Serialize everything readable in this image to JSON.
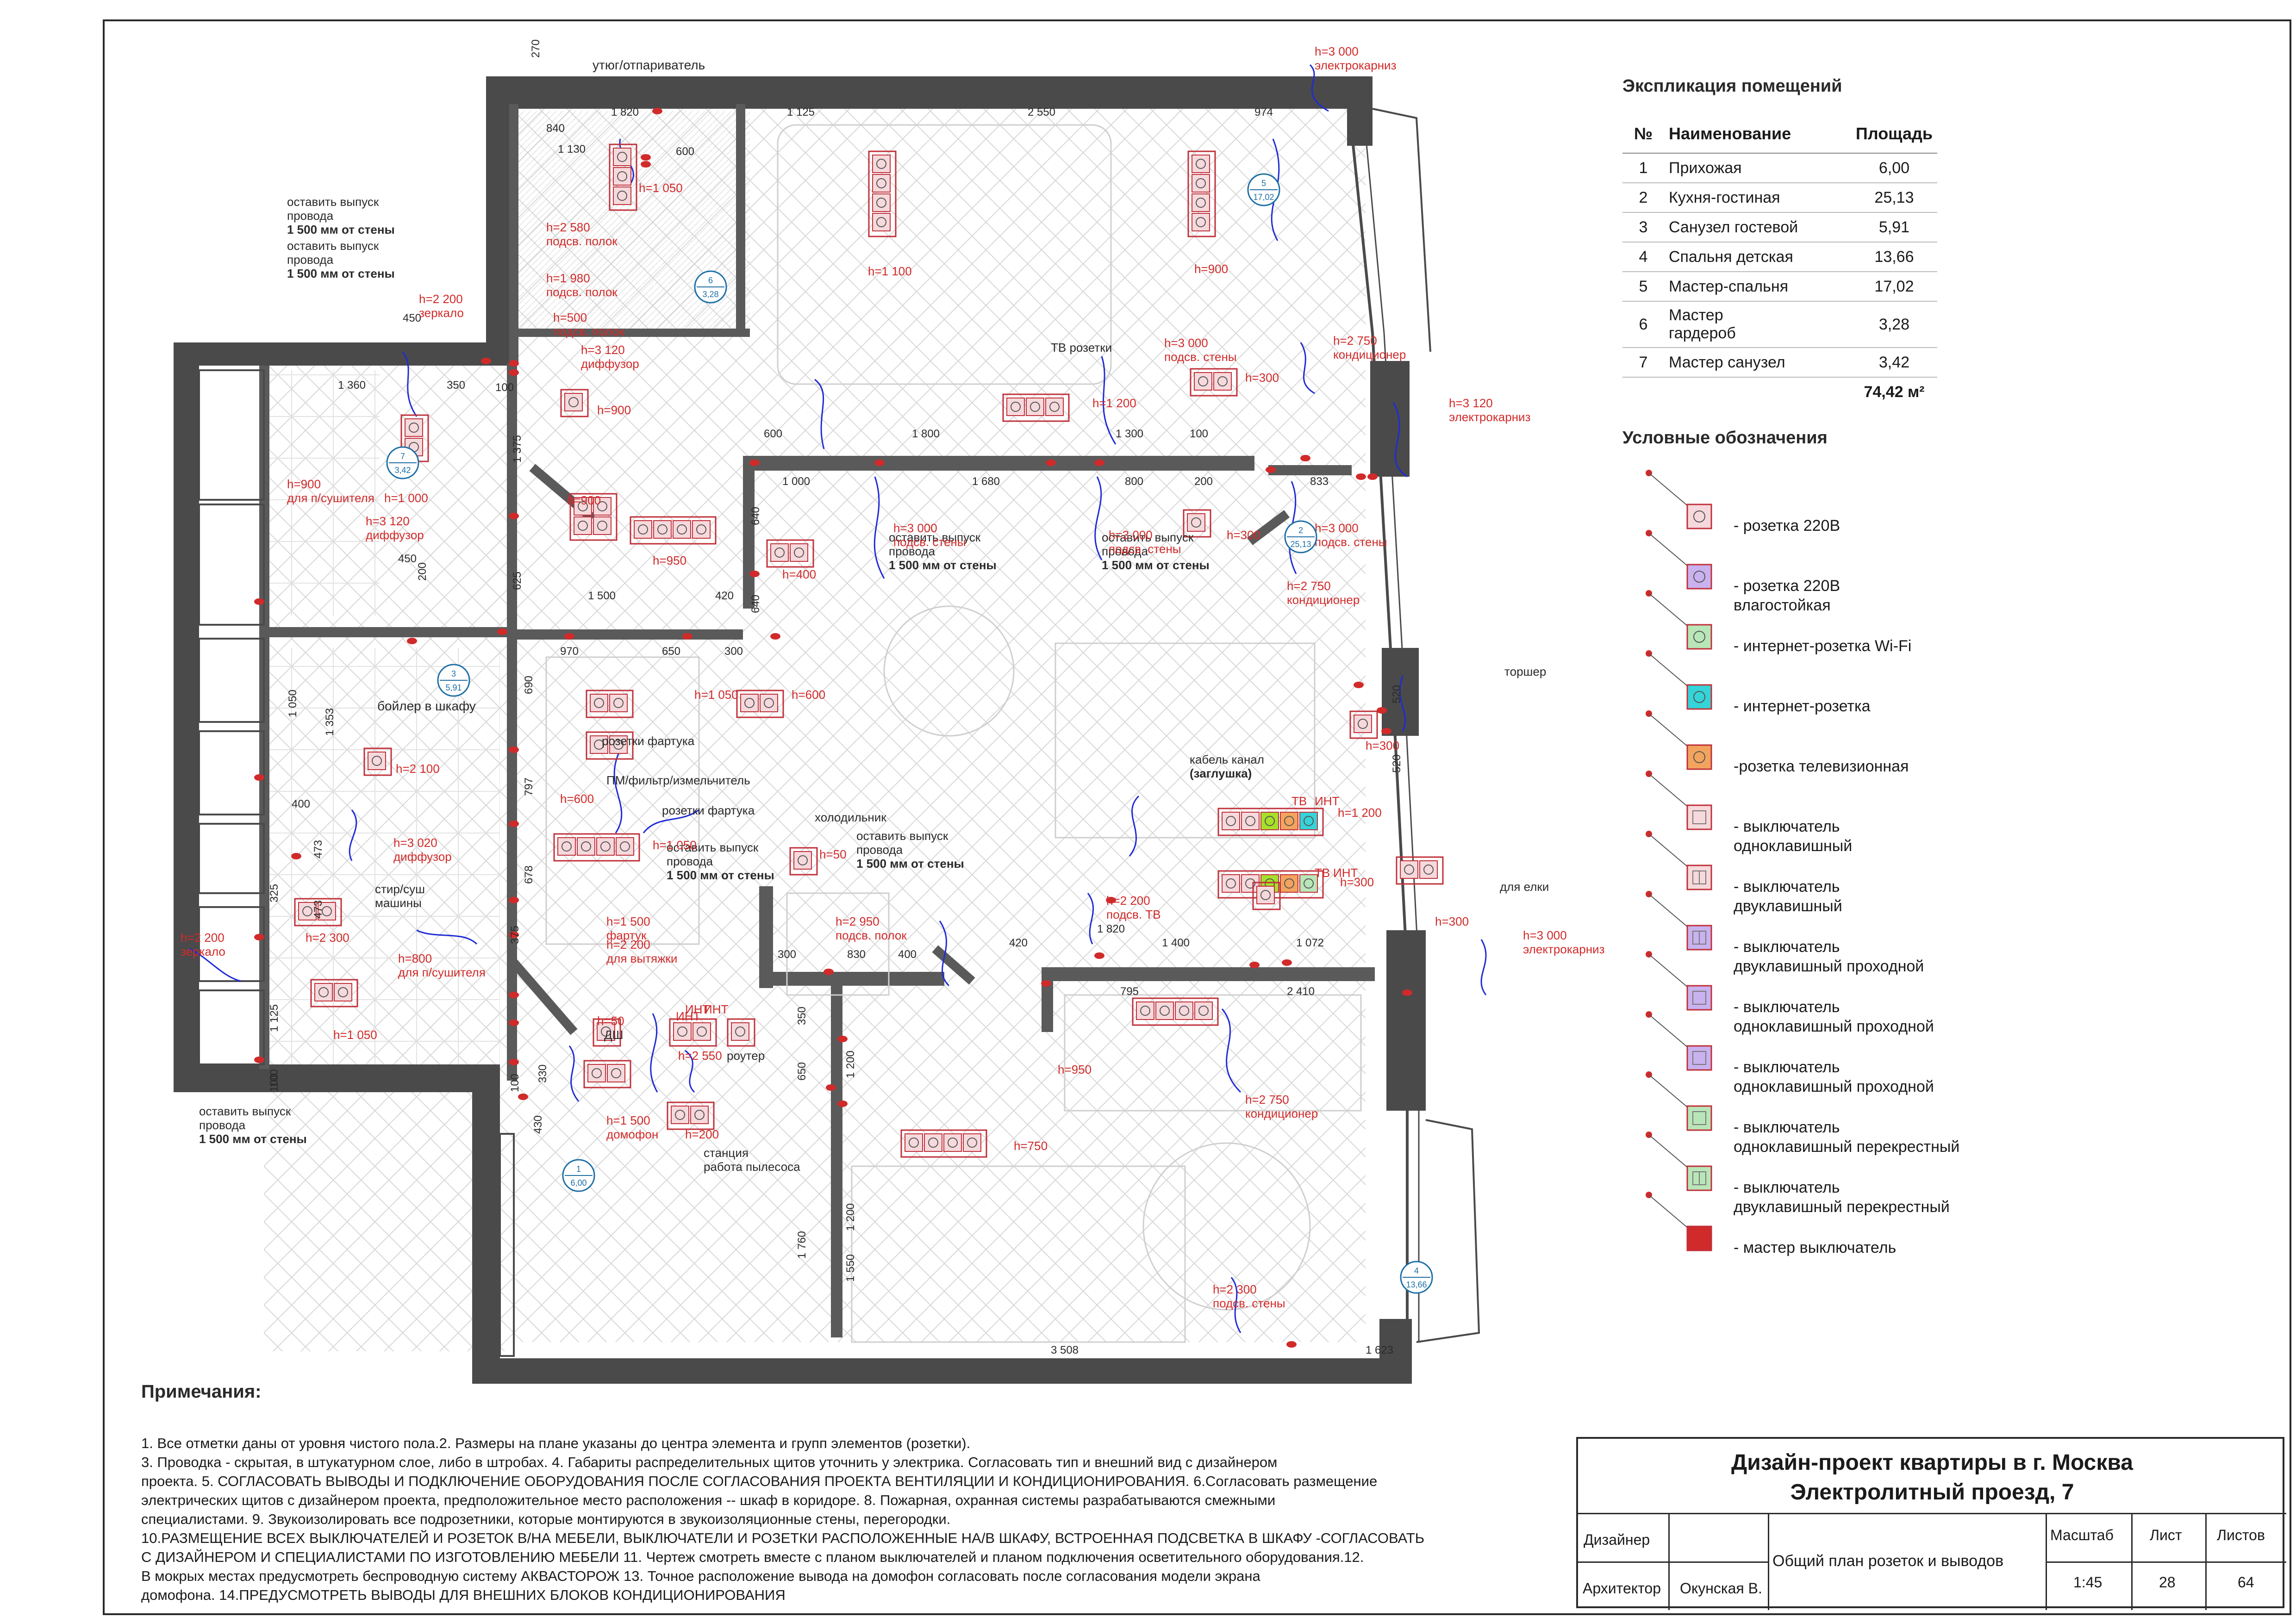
{
  "explication": {
    "title": "Экспликация помещений",
    "headers": {
      "num": "№",
      "name": "Наименование",
      "area": "Площадь"
    },
    "rows": [
      {
        "num": "1",
        "name": "Прихожая",
        "area": "6,00"
      },
      {
        "num": "2",
        "name": "Кухня-гостиная",
        "area": "25,13"
      },
      {
        "num": "3",
        "name": "Санузел гостевой",
        "area": "5,91"
      },
      {
        "num": "4",
        "name": "Спальня детская",
        "area": "13,66"
      },
      {
        "num": "5",
        "name": "Мастер-спальня",
        "area": "17,02"
      },
      {
        "num": "6",
        "name": "Мастер\nгардероб",
        "area": "3,28"
      },
      {
        "num": "7",
        "name": "Мастер санузел",
        "area": "3,42"
      }
    ],
    "total": "74,42 м²"
  },
  "legend": {
    "title": "Условные обозначения",
    "items": [
      {
        "text": "- розетка 220В",
        "symbol": "socket-220"
      },
      {
        "text": "- розетка 220В\nвлагостойкая",
        "symbol": "socket-waterproof"
      },
      {
        "text": "- интернет-розетка Wi-Fi",
        "symbol": "socket-wifi"
      },
      {
        "text": "- интернет-розетка",
        "symbol": "socket-internet"
      },
      {
        "text": "-розетка телевизионная",
        "symbol": "socket-tv"
      },
      {
        "text": "- выключатель\nодноклавишный",
        "symbol": "switch-1"
      },
      {
        "text": "- выключатель\nдвуклавишный",
        "symbol": "switch-2"
      },
      {
        "text": "- выключатель\nдвуклавишный проходной",
        "symbol": "switch-2-pass"
      },
      {
        "text": "- выключатель\nодноклавишный проходной",
        "symbol": "switch-1-pass"
      },
      {
        "text": "- выключатель\nодноклавишный проходной",
        "symbol": "switch-1-pass-b"
      },
      {
        "text": "- выключатель\nодноклавишный перекрестный",
        "symbol": "switch-1-cross"
      },
      {
        "text": "- выключатель\nдвуклавишный перекрестный",
        "symbol": "switch-2-cross"
      },
      {
        "text": "- мастер выключатель",
        "symbol": "master-switch"
      }
    ]
  },
  "notes": {
    "title": "Примечания:",
    "lines": [
      "1. Все отметки даны от уровня чистого пола.2. Размеры на плане указаны до центра элемента и групп элементов (розетки).",
      "3. Проводка - скрытая, в штукатурном слое, либо в штробах. 4. Габариты распределительных щитов уточнить у электрика. Согласовать тип и внешний вид с дизайнером",
      "проекта. 5. СОГЛАСОВАТЬ ВЫВОДЫ И ПОДКЛЮЧЕНИЕ ОБОРУДОВАНИЯ ПОСЛЕ СОГЛАСОВАНИЯ ПРОЕКТА ВЕНТИЛЯЦИИ И КОНДИЦИОНИРОВАНИЯ. 6.Согласовать размещение",
      "электрических щитов с дизайнером проекта, предположительное место расположения -- шкаф в коридоре. 8. Пожарная, охранная системы разрабатываются смежными",
      "специалистами. 9. Звукоизолировать все подрозетники, которые монтируются в звукоизоляционные стены, перегородки.",
      "10.РАЗМЕЩЕНИЕ ВСЕХ ВЫКЛЮЧАТЕЛЕЙ И РОЗЕТОК  В/НА МЕБЕЛИ, ВЫКЛЮЧАТЕЛИ И РОЗЕТКИ РАСПОЛОЖЕННЫЕ НА/В ШКАФУ, ВСТРОЕННАЯ ПОДСВЕТКА В ШКАФУ -СОГЛАСОВАТЬ",
      "С ДИЗАЙНЕРОМ И СПЕЦИАЛИСТАМИ ПО ИЗГОТОВЛЕНИЮ МЕБЕЛИ 11. Чертеж смотреть вместе с планом выключателей и планом подключения осветительного оборудования.12.",
      "В мокрых местах предусмотреть беспроводную систему АКВАСТОРОЖ 13. Точное расположение вывода на домофон согласовать после согласования модели экрана",
      "домофона. 14.ПРЕДУСМОТРЕТЬ ВЫВОДЫ ДЛЯ ВНЕШНИХ БЛОКОВ КОНДИЦИОНИРОВАНИЯ"
    ]
  },
  "title_block": {
    "title_line1": "Дизайн-проект квартиры в г. Москва",
    "title_line2": "Электролитный проезд, 7",
    "designer_label": "Дизайнер",
    "architect_label": "Архитектор",
    "architect_name": "Окунская В.",
    "sheet_title": "Общий план розеток и выводов",
    "scale_label": "Масштаб",
    "scale_value": "1:45",
    "sheet_label": "Лист",
    "sheet_value": "28",
    "sheets_label": "Листов",
    "sheets_value": "64"
  },
  "plan_labels": {
    "dims": [
      "270",
      "1 820",
      "840",
      "1 130",
      "600",
      "1 125",
      "2 550",
      "974",
      "450",
      "350",
      "1 360",
      "100",
      "1 375",
      "600",
      "1 800",
      "1 300",
      "100",
      "1 000",
      "1 680",
      "800",
      "200",
      "833",
      "640",
      "640",
      "625",
      "1 500",
      "420",
      "970",
      "650",
      "300",
      "690",
      "1 050",
      "1 353",
      "400",
      "473",
      "473",
      "797",
      "678",
      "375",
      "325",
      "1 125",
      "100",
      "330",
      "430",
      "300",
      "830",
      "400",
      "350",
      "1 200",
      "650",
      "1 200",
      "420",
      "1 820",
      "1 400",
      "1 072",
      "795",
      "2 410",
      "520",
      "520",
      "3 508",
      "1 623",
      "1 760",
      "1 550",
      "100",
      "100",
      "450",
      "200"
    ],
    "notes_black": [
      "утюг/отпариватель",
      "оставить выпуск\nпровода\n1 500 мм от стены",
      "оставить выпуск\nпровода\n1 500 мм от стены",
      "ТВ розетки",
      "торшер",
      "бойлер в шкафу",
      "розетки фартука",
      "ПМ/фильтр/измельчитель",
      "розетки фартука",
      "холодильник",
      "оставить выпуск\nпровода\n1 500 мм от стены",
      "оставить выпуск\nпровода\n1 500 мм от стены",
      "оставить выпуск\nпровода\n1 500 мм от стены",
      "оставить выпуск\nпровода\n1 500 мм от стены",
      "кабель канал\n(заглушка)",
      "стир/суш\nмашины",
      "для елки",
      "роутер",
      "ДШ",
      "станция\nработа пылесоса",
      "оставить выпуск\nпровода\n1 500 мм от стены"
    ],
    "notes_red": [
      "h=1 050",
      "h=2 580\nподсв. полок",
      "h=1 980\nподсв. полок",
      "h=500\nподсв. полок",
      "h=3 120\nдиффузор",
      "h=2 200\nзеркало",
      "h=900",
      "h=900\nдля п/сушителя",
      "h=1 000",
      "h=3 120\nдиффузор",
      "h=1 100",
      "h=900",
      "h=3 000\nэлектрокарниз",
      "h=3 000\nподсв. стены",
      "h=3 000\nподсв. стены",
      "h=1 200",
      "h=300",
      "h=2 750\nкондиционер",
      "h=3 120\nэлектрокарниз",
      "h=3 000\nподсв. стены",
      "h=3 000\nподсв. стены",
      "h=300",
      "h=2 750\nкондиционер",
      "h=900",
      "h=950",
      "h=400",
      "h=1 050",
      "h=600",
      "h=300",
      "h=2 100",
      "h=600",
      "h=3 020\nдиффузор",
      "h=1 050",
      "h=50",
      "h=2 950\nподсв. полок",
      "h=1 200",
      "h=300",
      "h=300",
      "h=2 300",
      "h=2 200\nзеркало",
      "h=800\nдля п/сушителя",
      "h=1 500\nфартук",
      "h=2 200\nдля вытяжки",
      "h=2 200\nподсв. ТВ",
      "h=3 000\nэлектрокарниз",
      "h=50",
      "h=1 050",
      "h=2 550",
      "h=1 500\nдомофон",
      "h=200",
      "h=750",
      "h=950",
      "h=2 750\nкондиционер",
      "h=2 300\nподсв. стены",
      "ИНТ",
      "ТВ",
      "ИНТ",
      "ТВ",
      "ИНТ",
      "ИНТ",
      "ИНТ"
    ],
    "room_tags": [
      {
        "num": "6",
        "area": "3,28"
      },
      {
        "num": "5",
        "area": "17,02"
      },
      {
        "num": "7",
        "area": "3,42"
      },
      {
        "num": "2",
        "area": "25,13"
      },
      {
        "num": "3",
        "area": "5,91"
      },
      {
        "num": "1",
        "area": "6,00"
      },
      {
        "num": "4",
        "area": "13,66"
      }
    ]
  },
  "colors": {
    "wall": "#4a4a4a",
    "red": "#d12a2a",
    "blue": "#1e2bd6",
    "socket_fill": "#f6d9dc",
    "socket_stroke": "#c0303a",
    "green": "#b9e6b8",
    "cyan": "#34d4d8",
    "lime": "#a7e02a",
    "orange": "#f2a45e",
    "violet": "#c9b2ef"
  }
}
